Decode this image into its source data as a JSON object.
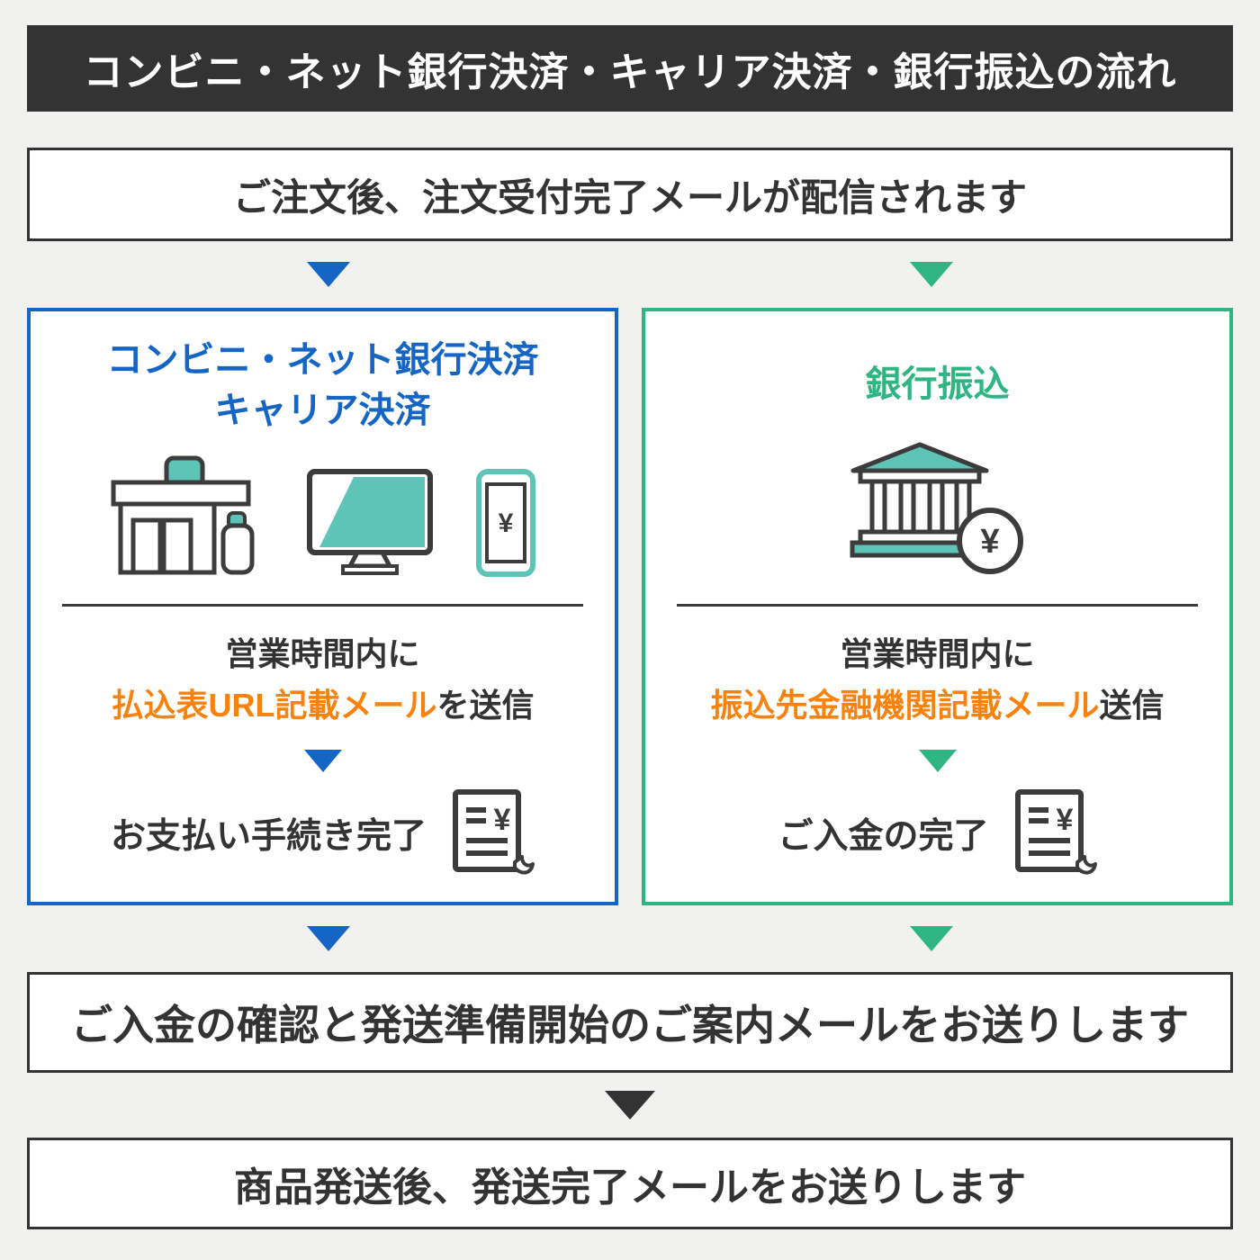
{
  "header": {
    "title": "コンビニ・ネット銀行決済・キャリア決済・銀行振込の流れ"
  },
  "flow": {
    "step1": "ご注文後、注文受付完了メールが配信されます",
    "step3": "ご入金の確認と発送準備開始のご案内メールをお送りします",
    "step4": "商品発送後、発送完了メールをお送りします"
  },
  "left": {
    "title_line1": "コンビニ・ネット銀行決済",
    "title_line2": "キャリア決済",
    "notice_line1": "営業時間内に",
    "notice_highlight": "払込表URL記載メール",
    "notice_suffix": "を送信",
    "done": "お支払い手続き完了"
  },
  "right": {
    "title": "銀行振込",
    "notice_line1": "営業時間内に",
    "notice_highlight": "振込先金融機関記載メール",
    "notice_suffix": "送信",
    "done": "ご入金の完了"
  },
  "icons": {
    "yen": "¥",
    "names": [
      "convenience-store-icon",
      "computer-icon",
      "smartphone-icon",
      "bank-icon",
      "receipt-icon"
    ]
  },
  "colors": {
    "header_bg": "#333333",
    "blue": "#1565c4",
    "green": "#2fb484",
    "orange": "#f7820d",
    "teal": "#5ec4b8",
    "background": "#f1f1ef"
  }
}
